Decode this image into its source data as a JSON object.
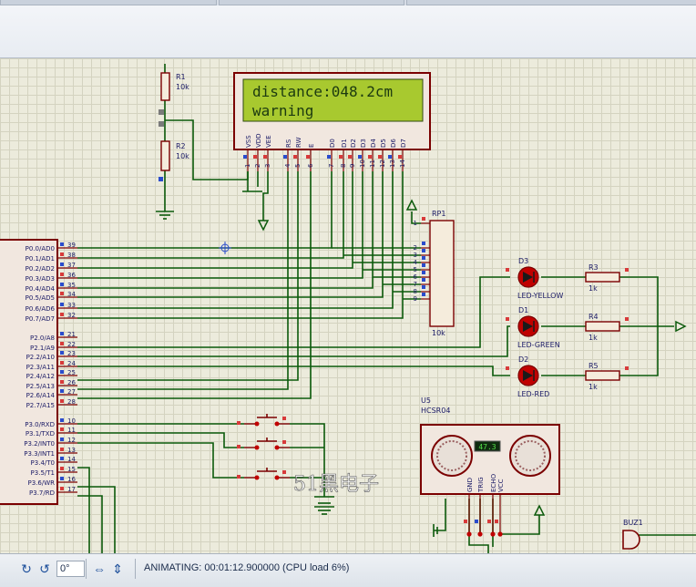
{
  "lcd": {
    "line1": "distance:048.2cm",
    "line2": "warning",
    "pins": [
      "VSS",
      "VDD",
      "VEE",
      "RS",
      "RW",
      "E",
      "D0",
      "D1",
      "D2",
      "D3",
      "D4",
      "D5",
      "D6",
      "D7"
    ],
    "pin_numbers": [
      "1",
      "2",
      "3",
      "4",
      "5",
      "6",
      "7",
      "8",
      "9",
      "10",
      "11",
      "12",
      "13",
      "14"
    ]
  },
  "resistors": {
    "r1": {
      "name": "R1",
      "value": "10k"
    },
    "r2": {
      "name": "R2",
      "value": "10k"
    },
    "r3": {
      "name": "R3",
      "value": "1k"
    },
    "r4": {
      "name": "R4",
      "value": "1k"
    },
    "r5": {
      "name": "R5",
      "value": "1k"
    }
  },
  "rp1": {
    "name": "RP1",
    "value": "10k",
    "pins": [
      "1",
      "2",
      "3",
      "4",
      "5",
      "6",
      "7",
      "8",
      "9"
    ]
  },
  "leds": [
    {
      "name": "D3",
      "type": "LED-YELLOW"
    },
    {
      "name": "D1",
      "type": "LED-GREEN"
    },
    {
      "name": "D2",
      "type": "LED-RED"
    }
  ],
  "mcu": {
    "port_pins": [
      {
        "label": "P0.0/AD0",
        "num": "39"
      },
      {
        "label": "P0.1/AD1",
        "num": "38"
      },
      {
        "label": "P0.2/AD2",
        "num": "37"
      },
      {
        "label": "P0.3/AD3",
        "num": "36"
      },
      {
        "label": "P0.4/AD4",
        "num": "35"
      },
      {
        "label": "P0.5/AD5",
        "num": "34"
      },
      {
        "label": "P0.6/AD6",
        "num": "33"
      },
      {
        "label": "P0.7/AD7",
        "num": "32"
      },
      {
        "label": "P2.0/A8",
        "num": "21"
      },
      {
        "label": "P2.1/A9",
        "num": "22"
      },
      {
        "label": "P2.2/A10",
        "num": "23"
      },
      {
        "label": "P2.3/A11",
        "num": "24"
      },
      {
        "label": "P2.4/A12",
        "num": "25"
      },
      {
        "label": "P2.5/A13",
        "num": "26"
      },
      {
        "label": "P2.6/A14",
        "num": "27"
      },
      {
        "label": "P2.7/A15",
        "num": "28"
      },
      {
        "label": "P3.0/RXD",
        "num": "10"
      },
      {
        "label": "P3.1/TXD",
        "num": "11"
      },
      {
        "label": "P3.2/INT0",
        "num": "12"
      },
      {
        "label": "P3.3/INT1",
        "num": "13"
      },
      {
        "label": "P3.4/T0",
        "num": "14"
      },
      {
        "label": "P3.5/T1",
        "num": "15"
      },
      {
        "label": "P3.6/WR",
        "num": "16"
      },
      {
        "label": "P3.7/RD",
        "num": "17"
      }
    ]
  },
  "sensor": {
    "name": "U5",
    "model": "HCSR04",
    "display": "47.3",
    "pins": [
      "GND",
      "TRIG",
      "ECHO",
      "VCC"
    ]
  },
  "buzzer": {
    "name": "BUZ1"
  },
  "watermark": "51黑电子",
  "statusbar": {
    "rotation": "0°",
    "status": "ANIMATING: 00:01:12.900000 (CPU load 6%)"
  }
}
